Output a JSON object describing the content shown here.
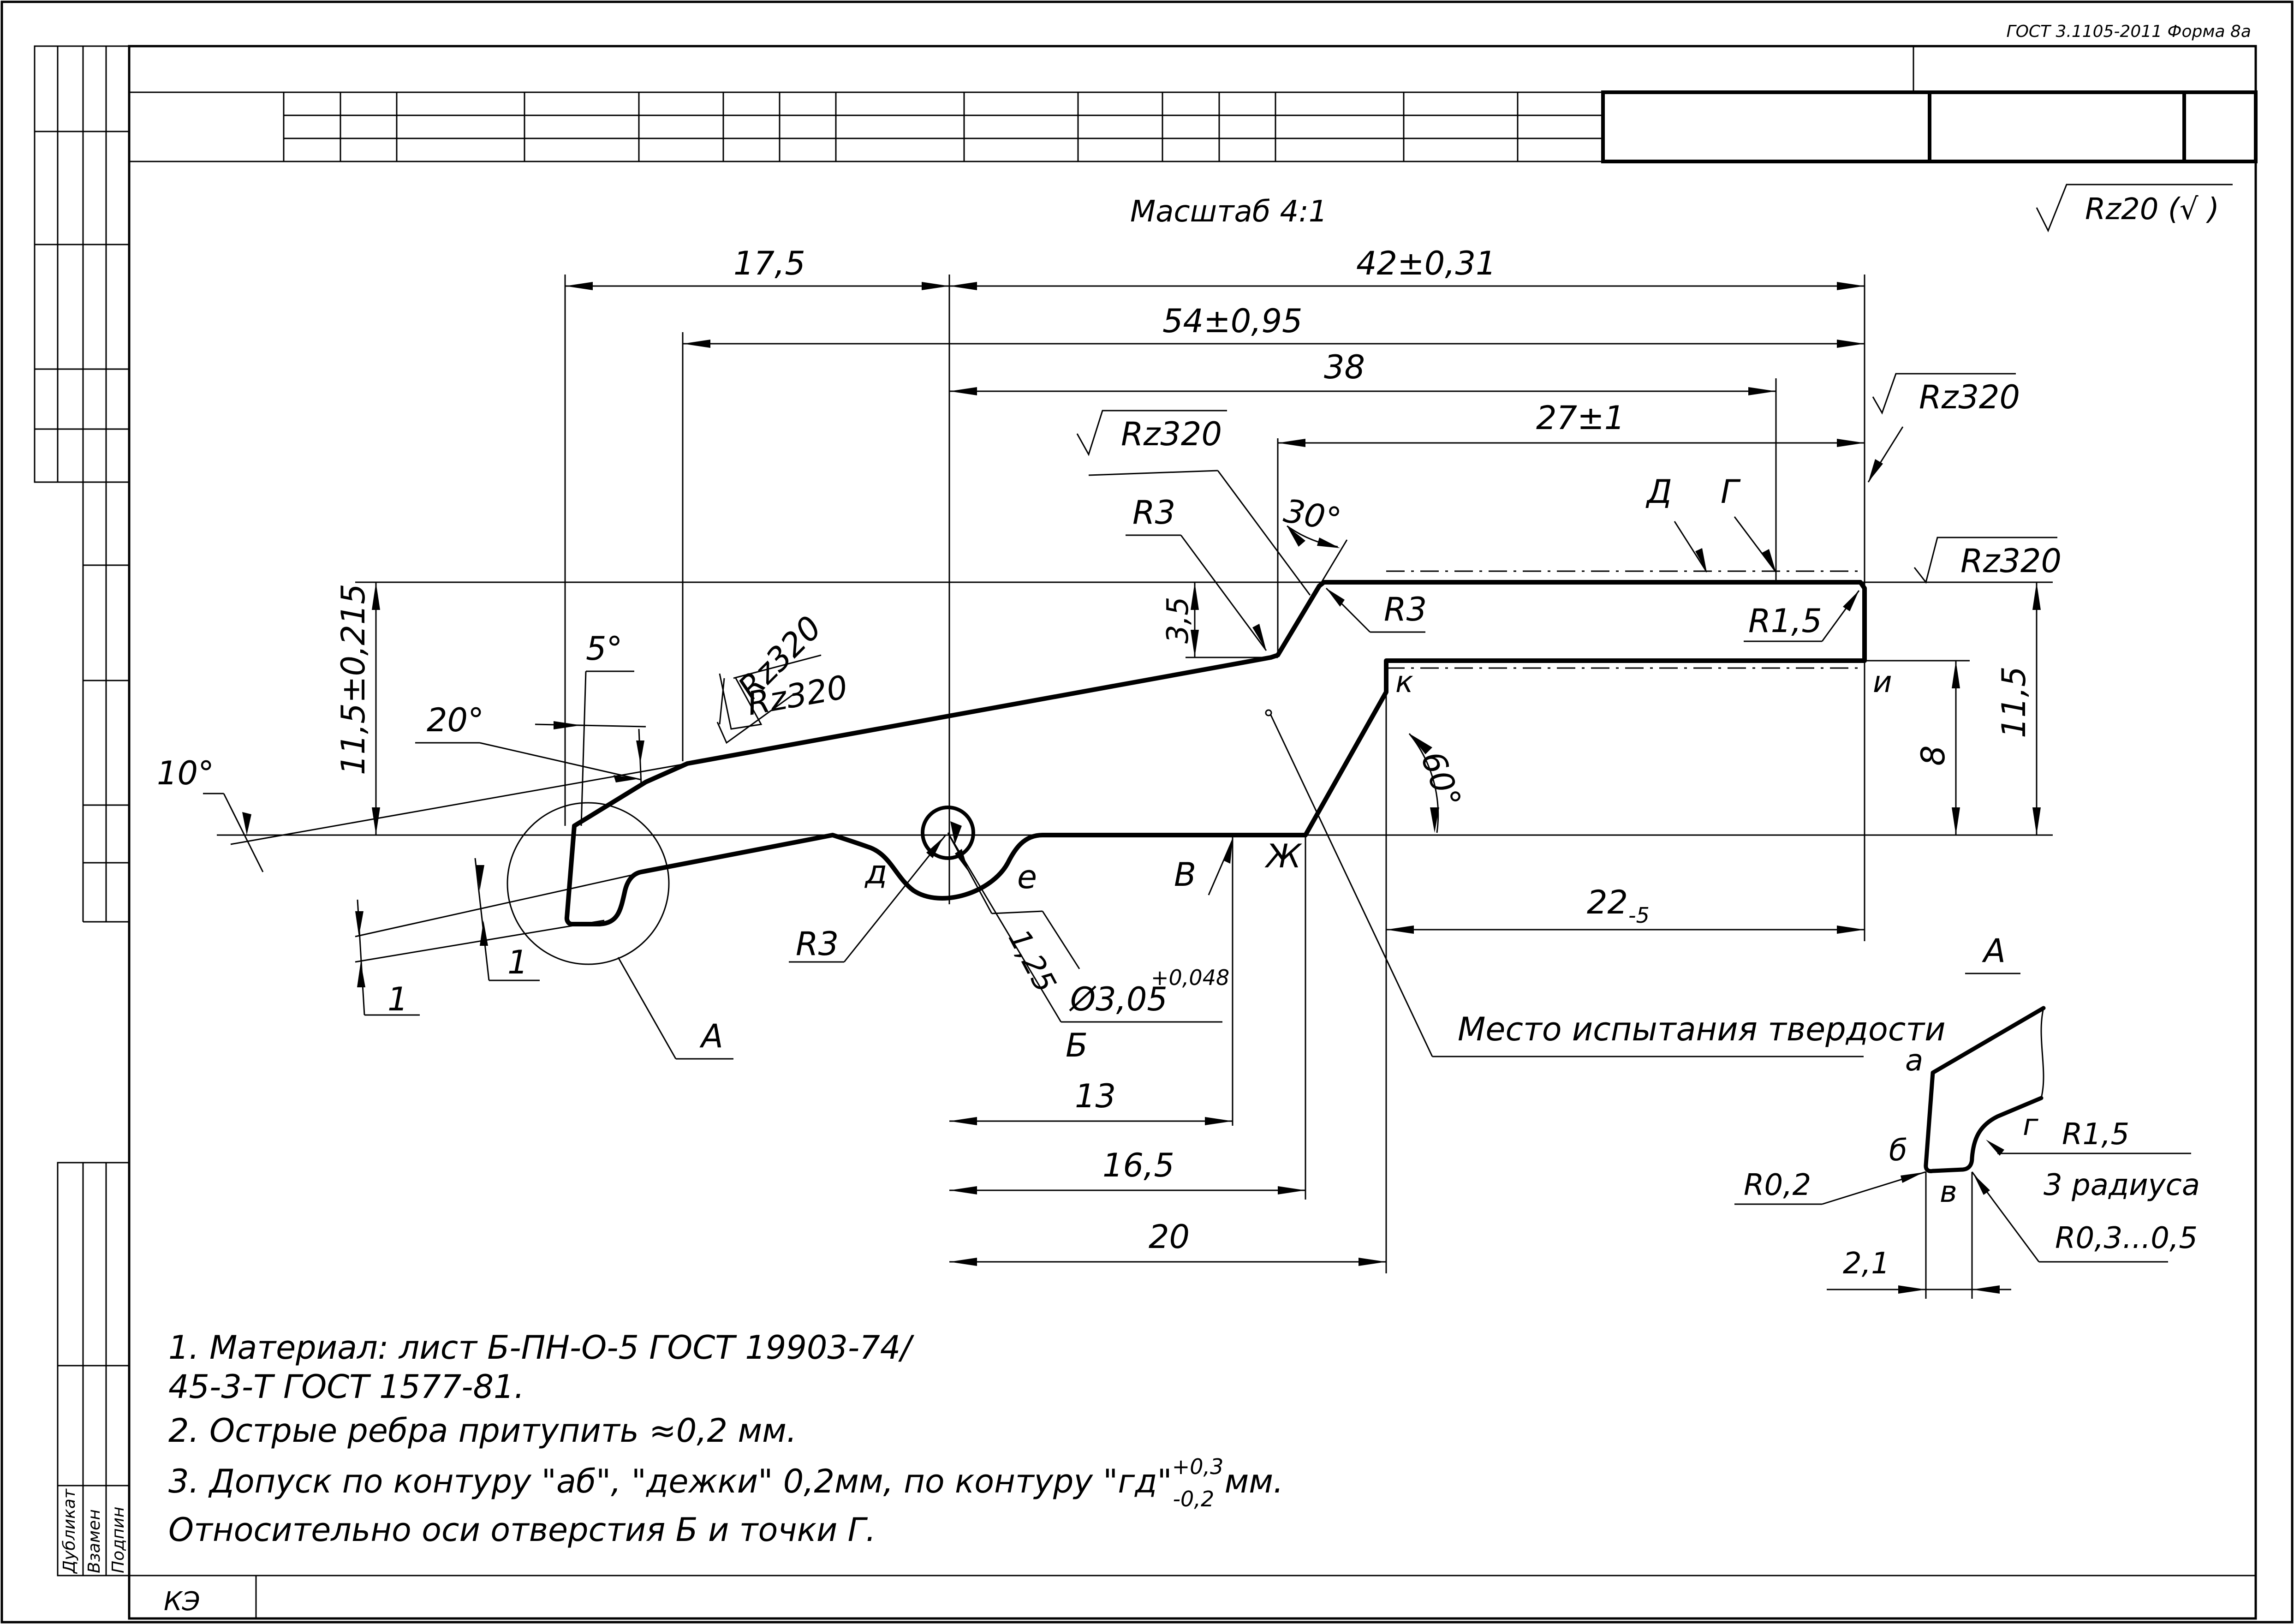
{
  "title_block": {
    "form_label": "ГОСТ 3.1105-2011 Форма 8а",
    "bottom_code": "КЭ",
    "side_labels": [
      "Дубликат",
      "Взамен",
      "Подпин"
    ]
  },
  "drawing": {
    "scale": "Масштаб 4:1",
    "roughness_general": "Rz20 (√ )",
    "roughness_marks": [
      "Rz320",
      "Rz320",
      "Rz320",
      "Rz320",
      "Rz320"
    ],
    "dimensions": {
      "d_17_5": "17,5",
      "d_42": "42±0,31",
      "d_54": "54±0,95",
      "d_38": "38",
      "d_27": "27±1",
      "d_11_5_tol": "11,5±0,215",
      "d_3_5": "3,5",
      "d_8": "8",
      "d_11_5": "11,5",
      "d_22": "22",
      "d_22_sub": "-5",
      "d_13": "13",
      "d_16_5": "16,5",
      "d_20": "20",
      "d_1a": "1",
      "d_1b": "1",
      "d_1_25": "1,25",
      "d_phi": "Ø3,05",
      "d_phi_sup": "+0,048",
      "r3_top": "R3",
      "r3_mid": "R3",
      "r3_low": "R3",
      "r1_5": "R1,5",
      "ang_30": "30°",
      "ang_60": "60°",
      "ang_5": "5°",
      "ang_20": "20°",
      "ang_10": "10°"
    },
    "points": {
      "D": "Д",
      "G": "Г",
      "K": "к",
      "I": "и",
      "d": "д",
      "e": "е",
      "V": "В",
      "Zh": "Ж",
      "B": "Б",
      "A": "А"
    },
    "hardness_note": "Место испытания твердости",
    "detail": {
      "title": "А",
      "a": "а",
      "b": "б",
      "v": "в",
      "g": "г",
      "r1_5": "R1,5",
      "radii": "3 радиуса",
      "r0_2": "R0,2",
      "r03": "R0,3...0,5",
      "d_2_1": "2,1"
    }
  },
  "notes": {
    "n1a": "1. Материал: лист Б-ПН-О-5 ГОСТ 19903-74/",
    "n1b": "45-3-Т ГОСТ 1577-81.",
    "n2": "2. Острые ребра притупить ≈0,2 мм.",
    "n3a": "3. Допуск по контуру \"аб\", \"дежки\" 0,2мм, по контуру \"гд\"",
    "n3_sup": "+0,3",
    "n3_sub": "-0,2",
    "n3_mm": " мм.",
    "n4": "Относительно оси отверстия Б и точки Г."
  }
}
